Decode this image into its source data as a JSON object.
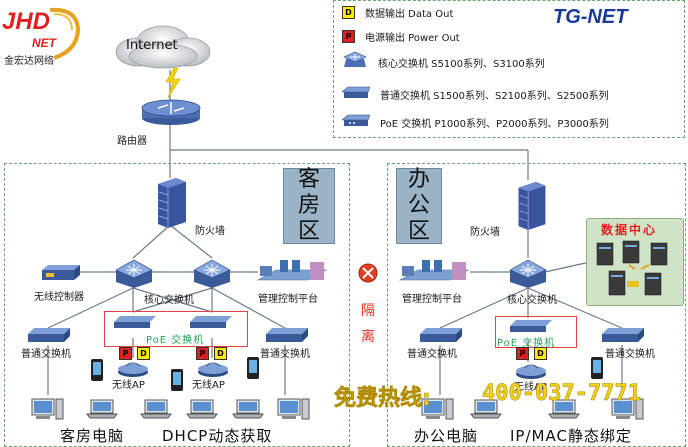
{
  "logo": {
    "jhd_text": "JHD",
    "net_text": "NET",
    "company_name": "金宏达网络"
  },
  "brand": {
    "name": "TG-NET"
  },
  "legend": {
    "items": [
      {
        "badge": "D",
        "label": "数据输出 Data Out"
      },
      {
        "badge": "P",
        "label": "电源输出 Power Out"
      },
      {
        "icon": "core-switch-icon",
        "label": "核心交换机 S5100系列、S3100系列"
      },
      {
        "icon": "switch-icon",
        "label": "普通交换机 S1500系列、S2100系列、S2500系列"
      },
      {
        "icon": "poe-switch-icon",
        "label": "PoE 交换机 P1000系列、P2000系列、P3000系列"
      }
    ]
  },
  "top": {
    "internet": "Internet",
    "router": "路由器"
  },
  "guest": {
    "zone_chars": [
      "客",
      "房",
      "区"
    ],
    "firewall": "防火墙",
    "wireless_controller": "无线控制器",
    "core_switch": "核心交换机",
    "mgmt_platform": "管理控制平台",
    "switch_left": "普通交换机",
    "switch_right": "普通交换机",
    "poe_switch": "PoE 交换机",
    "ap1": "无线AP",
    "ap2": "无线AP",
    "bottom_a": "客房电脑",
    "bottom_b": "DHCP动态获取"
  },
  "isolation": {
    "chars": [
      "隔",
      "离"
    ]
  },
  "office": {
    "zone_chars": [
      "办",
      "公",
      "区"
    ],
    "firewall": "防火墙",
    "mgmt_platform": "管理控制平台",
    "core_switch": "核心交换机",
    "data_center": "数据中心",
    "switch_left": "普通交换机",
    "switch_right": "普通交换机",
    "poe_switch": "PoE 交换机",
    "ap": "无线AP",
    "bottom_a": "办公电脑",
    "bottom_b": "IP/MAC静态绑定"
  },
  "badges": {
    "p": "P",
    "d": "D"
  },
  "hotline": {
    "label": "免费热线:",
    "number": "400-037-7771"
  },
  "colors": {
    "accent_red": "#e03020",
    "hotline_yellow": "#f2d21a",
    "poe_green": "#23a35a",
    "zone_blue": "#9ab3c6",
    "dash_green": "#6aa36a"
  }
}
